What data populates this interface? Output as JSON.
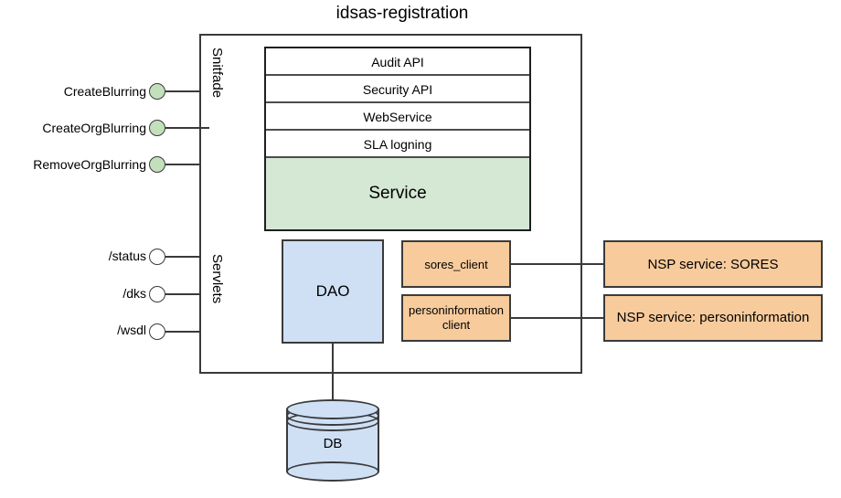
{
  "diagram": {
    "title": "idsas-registration",
    "type": "architecture-component-diagram"
  },
  "container": {
    "section_labels": {
      "interface": "Snitfade",
      "servlets": "Servlets"
    }
  },
  "api_stack": {
    "rows": [
      {
        "label": "Audit API"
      },
      {
        "label": "Security API"
      },
      {
        "label": "WebService"
      },
      {
        "label": "SLA logning"
      }
    ],
    "service": {
      "label": "Service",
      "color": "#d5e8d4"
    }
  },
  "interface_ports": [
    {
      "label": "CreateBlurring",
      "style": "filled-green"
    },
    {
      "label": "CreateOrgBlurring",
      "style": "filled-green"
    },
    {
      "label": "RemoveOrgBlurring",
      "style": "filled-green"
    }
  ],
  "servlet_ports": [
    {
      "label": "/status",
      "style": "hollow"
    },
    {
      "label": "/dks",
      "style": "hollow"
    },
    {
      "label": "/wsdl",
      "style": "hollow"
    }
  ],
  "nodes": {
    "dao": {
      "label": "DAO",
      "color": "#cfe0f5"
    },
    "sores_client": {
      "label": "sores_client",
      "color": "#f8cb9c"
    },
    "personinformation_client": {
      "label": "personinformation client",
      "color": "#f8cb9c"
    },
    "nsp_sores": {
      "label": "NSP service: SORES",
      "color": "#f8cb9c"
    },
    "nsp_personinformation": {
      "label": "NSP service: personinformation",
      "color": "#f8cb9c"
    },
    "database": {
      "label": "DB",
      "color": "#cfe0f5"
    }
  },
  "colors": {
    "green_fill": "#d5e8d4",
    "green_port": "#c3e0bd",
    "blue_fill": "#cfe0f5",
    "orange_fill": "#f8cb9c",
    "stroke": "#3a3a3a",
    "background": "#ffffff"
  }
}
